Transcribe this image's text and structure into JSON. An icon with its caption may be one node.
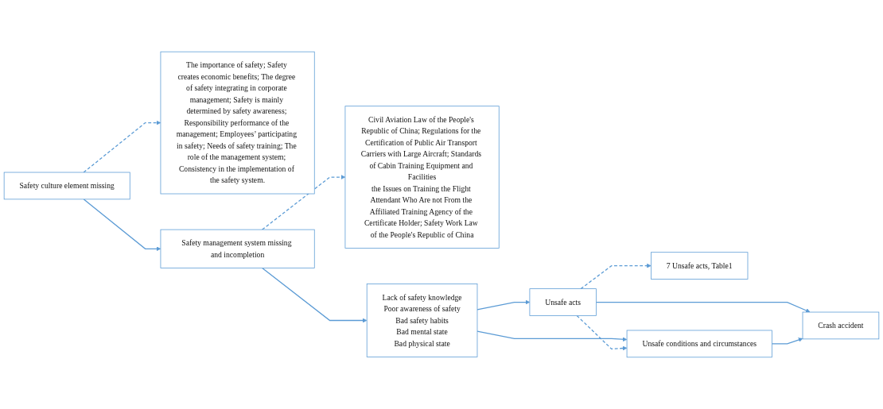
{
  "diagram": {
    "nodes": [
      {
        "text": [
          "The importance of safety; Safety creates economic benefits; The degree of safety integrating in corporate management; Safety is mainly determined by safety awareness; Responsibility performance of the management; Employees’ participating in safety; Needs of safety training; The role of the management system; Consistency in the implementation of the safety system."
        ]
      },
      {
        "text": [
          "Civil Aviation Law of the People's Republic of China; Regulations for the Certification of Public Air Transport Carriers with Large Aircraft; Standards of Cabin Training Equipment and Facilities",
          "the Issues on Training the Flight Attendant Who Are not From the Affiliated Training Agency of the Certificate Holder; Safety Work Law of the People's Republic of China"
        ]
      },
      {
        "text": [
          "7 Unsafe acts, Table1"
        ]
      },
      {
        "text": [
          "Unsafe acts"
        ]
      },
      {
        "text": [
          "Safety culture element missing"
        ]
      },
      {
        "text": [
          "Safety management system missing and incompletion"
        ]
      },
      {
        "text": [
          "Lack of safety knowledge",
          "Poor awareness of safety",
          "Bad safety habits",
          "Bad mental state",
          "Bad physical state"
        ]
      },
      {
        "text": [
          "Unsafe conditions and circumstances"
        ]
      },
      {
        "text": [
          "Crash accident"
        ]
      }
    ],
    "edges": [
      {
        "from": 4,
        "to": 0,
        "arrow": "to",
        "style": "dashed"
      },
      {
        "from": 4,
        "to": 5,
        "arrow": "to"
      },
      {
        "from": 5,
        "to": 1,
        "arrow": "to",
        "style": "dashed"
      },
      {
        "from": 5,
        "to": 6,
        "arrow": "to"
      },
      {
        "from": 6,
        "to": 3,
        "arrow": "to"
      },
      {
        "from": 6,
        "to": 7,
        "arrow": "to"
      },
      {
        "from": 3,
        "to": 2,
        "arrow": "to",
        "style": "dashed"
      },
      {
        "from": 3,
        "to": 7,
        "arrow": "to",
        "style": "dashed"
      },
      {
        "from": 3,
        "to": 8,
        "arrow": "to"
      },
      {
        "from": 7,
        "to": 8,
        "arrow": "to"
      }
    ]
  }
}
